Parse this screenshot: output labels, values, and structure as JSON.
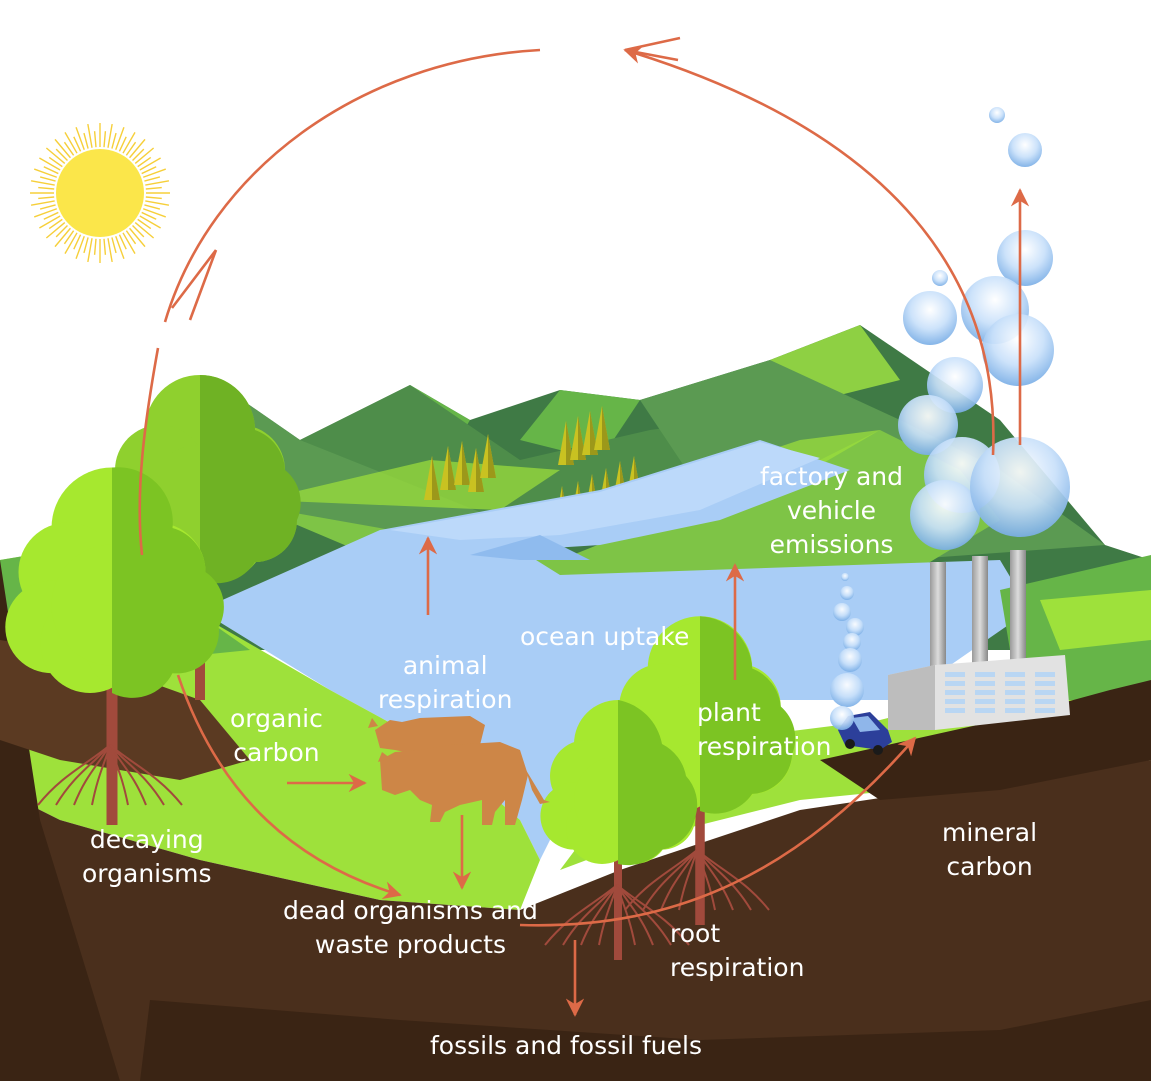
{
  "colors": {
    "arrow": "#dd6a47",
    "soil": "#4a2f1c",
    "soil_dark": "#3a2414",
    "grass_light": "#9ee13b",
    "grass_mid": "#66b548",
    "mountain_dark": "#3f7a45",
    "mountain_mid": "#5b9a52",
    "water": "#a9cdf6",
    "sun": "#fbe64a",
    "bubble": "#9ec7f2",
    "animal": "#cd8647",
    "trunk": "#a14a3c"
  },
  "icons": [
    "sun-icon",
    "tree-icon",
    "cattle-icon",
    "factory-icon",
    "car-icon",
    "emission-bubble-icon",
    "conifer-icon"
  ],
  "labels": {
    "factory": [
      "factory and",
      "vehicle",
      "emissions"
    ],
    "ocean": [
      "ocean uptake"
    ],
    "animal": [
      "animal",
      "respiration"
    ],
    "organic": [
      "organic",
      "carbon"
    ],
    "plant": [
      "plant",
      "respiration"
    ],
    "decaying": [
      "decaying",
      "organisms"
    ],
    "dead": [
      "dead organisms and",
      "waste products"
    ],
    "root": [
      "root",
      "respiration"
    ],
    "mineral": [
      "mineral",
      "carbon"
    ],
    "fossils": [
      "fossils and fossil fuels"
    ]
  }
}
